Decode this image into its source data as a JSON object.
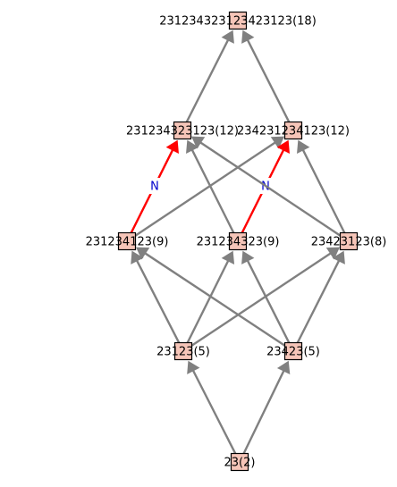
{
  "diagram": {
    "nodes": [
      {
        "id": "n18",
        "label": "2312343231234231​23(18)"
      },
      {
        "id": "n12a",
        "label": "231234323123(12)"
      },
      {
        "id": "n12b",
        "label": "234231234123(12)"
      },
      {
        "id": "n9a",
        "label": "231234123(9)"
      },
      {
        "id": "n9b",
        "label": "231234323(9)"
      },
      {
        "id": "n8",
        "label": "23423123(8)"
      },
      {
        "id": "n5a",
        "label": "23123(5)"
      },
      {
        "id": "n5b",
        "label": "23423(5)"
      },
      {
        "id": "n2",
        "label": "23(2)"
      }
    ],
    "edges": [
      {
        "from": "n2",
        "to": "n5a",
        "highlight": false
      },
      {
        "from": "n2",
        "to": "n5b",
        "highlight": false
      },
      {
        "from": "n5a",
        "to": "n9a",
        "highlight": false
      },
      {
        "from": "n5a",
        "to": "n9b",
        "highlight": false
      },
      {
        "from": "n5a",
        "to": "n8",
        "highlight": false
      },
      {
        "from": "n5b",
        "to": "n9a",
        "highlight": false
      },
      {
        "from": "n5b",
        "to": "n9b",
        "highlight": false
      },
      {
        "from": "n5b",
        "to": "n8",
        "highlight": false
      },
      {
        "from": "n9a",
        "to": "n12a",
        "highlight": true,
        "label": "N"
      },
      {
        "from": "n9a",
        "to": "n12b",
        "highlight": false
      },
      {
        "from": "n9b",
        "to": "n12a",
        "highlight": false
      },
      {
        "from": "n9b",
        "to": "n12b",
        "highlight": true,
        "label": "N"
      },
      {
        "from": "n8",
        "to": "n12a",
        "highlight": false
      },
      {
        "from": "n8",
        "to": "n12b",
        "highlight": false
      },
      {
        "from": "n12a",
        "to": "n18",
        "highlight": false
      },
      {
        "from": "n12b",
        "to": "n18",
        "highlight": false
      }
    ],
    "colors": {
      "edge": "#808080",
      "highlight_edge": "#ff0000",
      "edge_label": "#0000cc",
      "node_fill": "#f6c5b8"
    }
  }
}
